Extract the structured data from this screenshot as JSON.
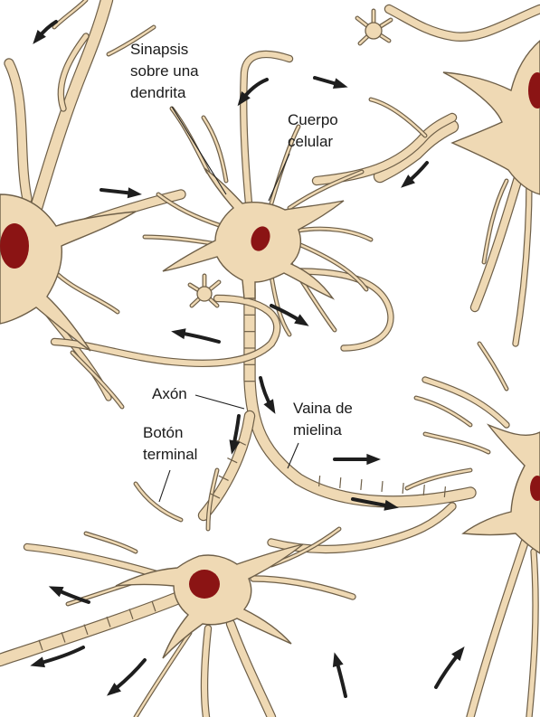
{
  "labels": {
    "synapse": [
      "Sinapsis",
      "sobre una",
      "dendrita"
    ],
    "cell_body": [
      "Cuerpo",
      "celular"
    ],
    "axon": "Axón",
    "myelin": [
      "Vaina de",
      "mielina"
    ],
    "terminal": [
      "Botón",
      "terminal"
    ]
  },
  "colors": {
    "background": "#ffffff",
    "cell_fill": "#efd9b4",
    "cell_outline": "#6e5f48",
    "nucleus": "#8b1414",
    "arrow": "#1e1e1e",
    "text": "#1a1a1a"
  },
  "icons": {
    "signal_arrows": "curved-arrow-icon",
    "small_cell": "star-neuron-icon"
  }
}
